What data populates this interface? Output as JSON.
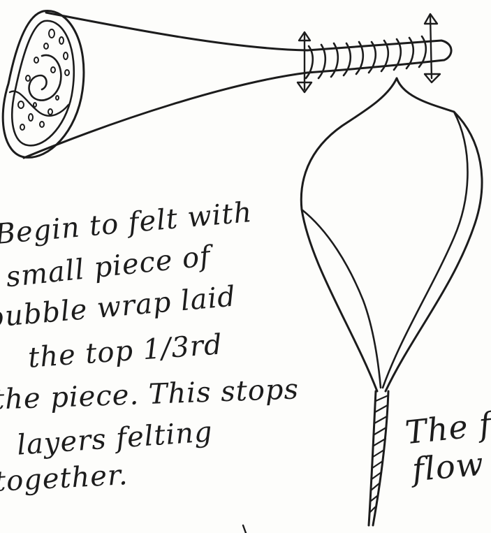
{
  "instructions": {
    "lines": [
      "Begin to felt with",
      "small piece of",
      "bubble wrap laid",
      "the top 1/3rd",
      "the piece. This stops",
      "layers felting",
      "together."
    ]
  },
  "flower_note": {
    "lines": [
      "The f",
      "flow"
    ]
  },
  "colors": {
    "paper": "#fdfdfb",
    "ink": "#1c1c1c"
  }
}
